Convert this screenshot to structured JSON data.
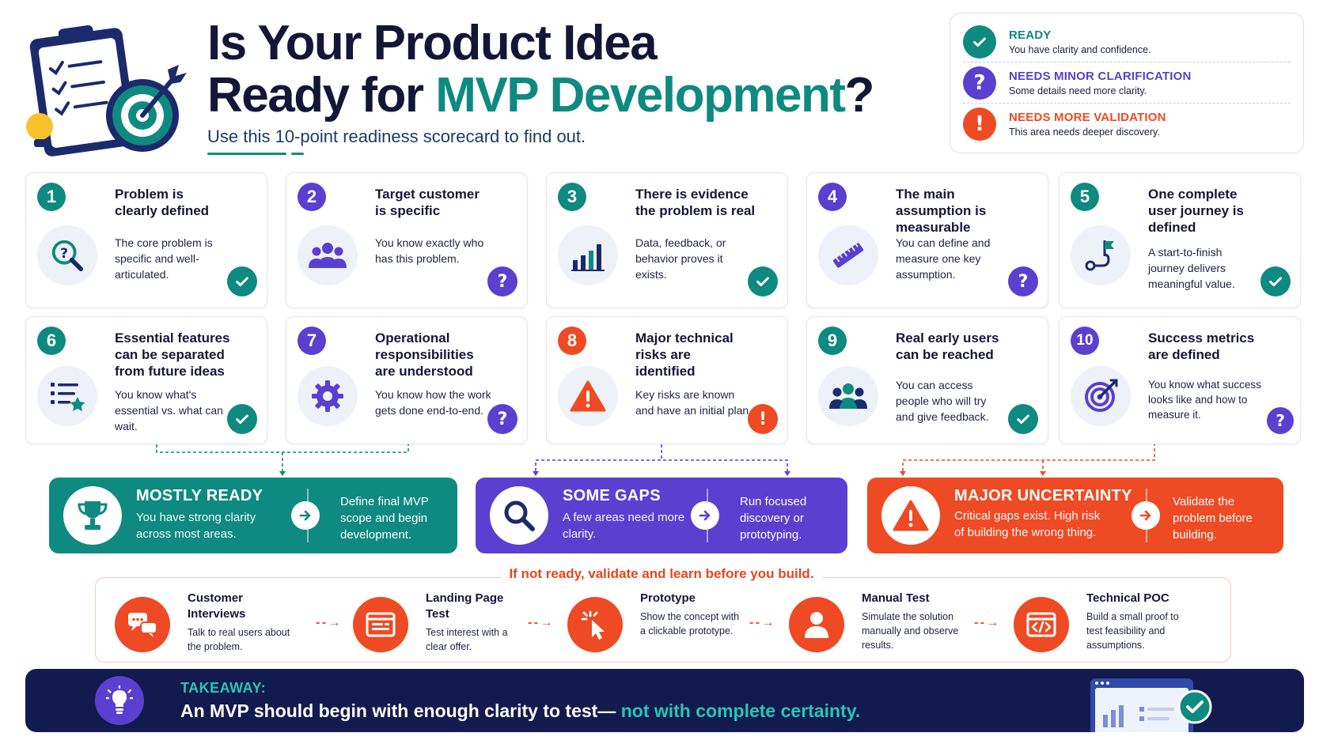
{
  "header": {
    "title_line1": "Is Your Product Idea",
    "title_line2_prefix": "Ready for ",
    "title_line2_accent": "MVP Development",
    "title_line2_suffix": "?",
    "subtitle": "Use this 10-point readiness scorecard to find out."
  },
  "legend": [
    {
      "title": "READY",
      "desc": "You have clarity and confidence.",
      "icon": "check-icon",
      "color": "#0e8a80"
    },
    {
      "title": "NEEDS MINOR CLARIFICATION",
      "desc": "Some details need more clarity.",
      "icon": "question-icon",
      "color": "#5a3fd0"
    },
    {
      "title": "NEEDS MORE VALIDATION",
      "desc": "This area needs deeper discovery.",
      "icon": "exclamation-icon",
      "color": "#ee4a23"
    }
  ],
  "colors": {
    "teal": "#0e8a80",
    "purple": "#5a3fd0",
    "orange": "#ee4a23",
    "navy": "#131a4e"
  },
  "cards": [
    {
      "num": "1",
      "title": "Problem is clearly defined",
      "desc": "The core problem is specific and well-articulated.",
      "status": "ready",
      "icon": "magnifier-question-icon"
    },
    {
      "num": "2",
      "title": "Target customer is specific",
      "desc": "You know exactly who has this problem.",
      "status": "minor",
      "icon": "people-icon"
    },
    {
      "num": "3",
      "title": "There is evidence the problem is real",
      "desc": "Data, feedback, or behavior proves it exists.",
      "status": "ready",
      "icon": "bar-chart-icon"
    },
    {
      "num": "4",
      "title": "The main assumption is measurable",
      "desc": "You can define and measure one key assumption.",
      "status": "minor",
      "icon": "ruler-icon"
    },
    {
      "num": "5",
      "title": "One complete user journey is defined",
      "desc": "A start-to-finish journey delivers meaningful value.",
      "status": "ready",
      "icon": "journey-flag-icon"
    },
    {
      "num": "6",
      "title": "Essential features can be separated from future ideas",
      "desc": "You know what's essential vs. what can wait.",
      "status": "ready",
      "icon": "list-star-icon"
    },
    {
      "num": "7",
      "title": "Operational responsibilities are understood",
      "desc": "You know how the work gets done end-to-end.",
      "status": "minor",
      "icon": "gear-icon"
    },
    {
      "num": "8",
      "title": "Major technical risks are identified",
      "desc": "Key risks are known and have an initial plan.",
      "status": "validation",
      "icon": "warning-icon"
    },
    {
      "num": "9",
      "title": "Real early users can be reached",
      "desc": "You can access people who will try and give feedback.",
      "status": "ready",
      "icon": "users-group-icon"
    },
    {
      "num": "10",
      "title": "Success metrics are defined",
      "desc": "You know what success looks like and how to measure it.",
      "status": "minor",
      "icon": "target-icon"
    }
  ],
  "outcomes": [
    {
      "title": "MOSTLY READY",
      "desc": "You have strong clarity across most areas.",
      "next": "Define final MVP scope and begin development.",
      "color": "#0e8a80",
      "icon": "trophy-icon"
    },
    {
      "title": "SOME GAPS",
      "desc": "A few areas need more clarity.",
      "next": "Run focused discovery or prototyping.",
      "color": "#5a3fd0",
      "icon": "search-icon"
    },
    {
      "title": "MAJOR UNCERTAINTY",
      "desc": "Critical gaps exist. High risk of building the wrong thing.",
      "next": "Validate the problem before building.",
      "color": "#ee4a23",
      "icon": "warning-icon"
    }
  ],
  "validation": {
    "heading": "If not ready, validate and learn before you build.",
    "methods": [
      {
        "title": "Customer Interviews",
        "desc": "Talk to real users about the problem.",
        "icon": "chat-bubbles-icon"
      },
      {
        "title": "Landing Page Test",
        "desc": "Test interest with a clear offer.",
        "icon": "browser-window-icon"
      },
      {
        "title": "Prototype",
        "desc": "Show the concept with a clickable prototype.",
        "icon": "cursor-click-icon"
      },
      {
        "title": "Manual Test",
        "desc": "Simulate the solution manually and observe results.",
        "icon": "person-icon"
      },
      {
        "title": "Technical POC",
        "desc": "Build a small proof to test feasibility and assumptions.",
        "icon": "code-window-icon"
      }
    ]
  },
  "takeaway": {
    "label": "TAKEAWAY:",
    "text": "An MVP should begin with enough clarity to test—",
    "highlight": " not with complete certainty."
  }
}
